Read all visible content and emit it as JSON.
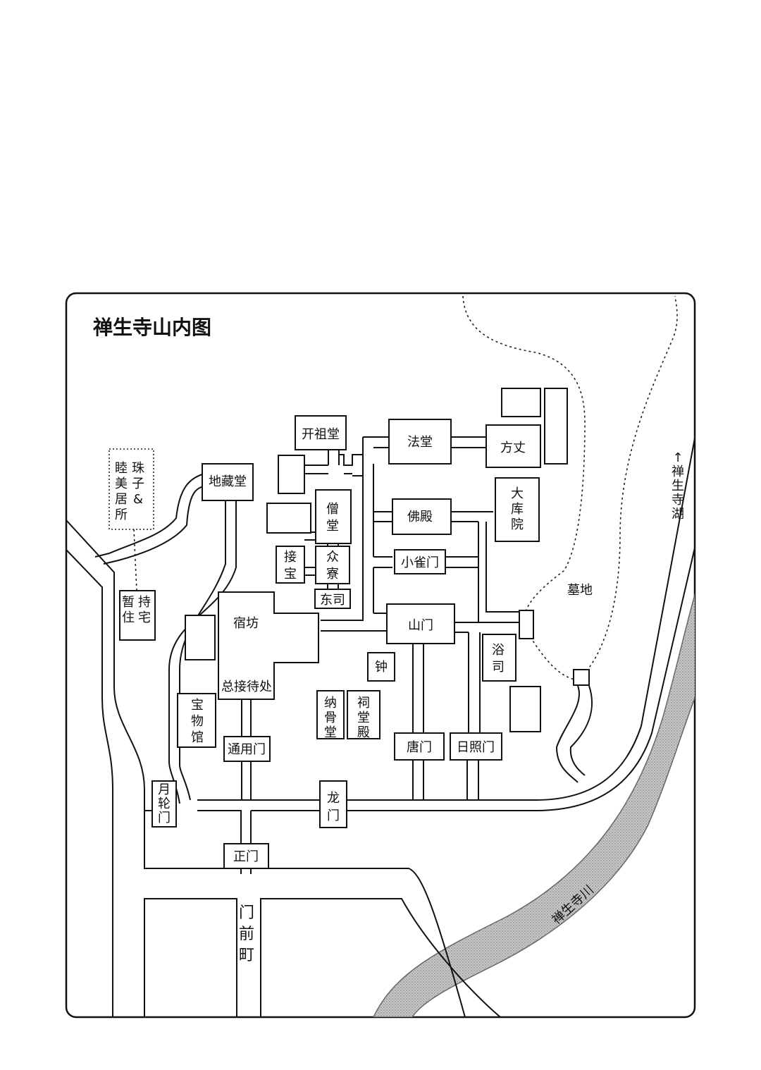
{
  "title": "禅生寺山内图",
  "buildings": {
    "kaiso": "开祖堂",
    "hodo": "法堂",
    "hojo": "方丈",
    "jizo": "地藏堂",
    "sodo": "僧堂",
    "butsuden": "佛殿",
    "kuri": "大库院",
    "setsubo": "接宝",
    "shuryo": "众寮",
    "kojakumon": "小雀门",
    "tosu": "东司",
    "shukubo": "宿坊",
    "uketsuke": "总接待处",
    "sanmon": "山门",
    "yokusu": "浴司",
    "bochi": "墓地",
    "kane": "钟",
    "nokotsu": "纳骨堂",
    "shido": "祠堂殿",
    "homotsu": "宝物馆",
    "tsuyomon": "通用门",
    "toumon": "唐门",
    "nisshomon": "日照门",
    "ryumon": "龙门",
    "getsurin": "月轮门",
    "seimon": "正门",
    "jushoku": "暂住持宅",
    "mutsumi": "睦美居所",
    "shuko": "珠子&",
    "monzen": "门前町",
    "lake": "↑禅生寺湖",
    "river": "禅生寺川"
  }
}
